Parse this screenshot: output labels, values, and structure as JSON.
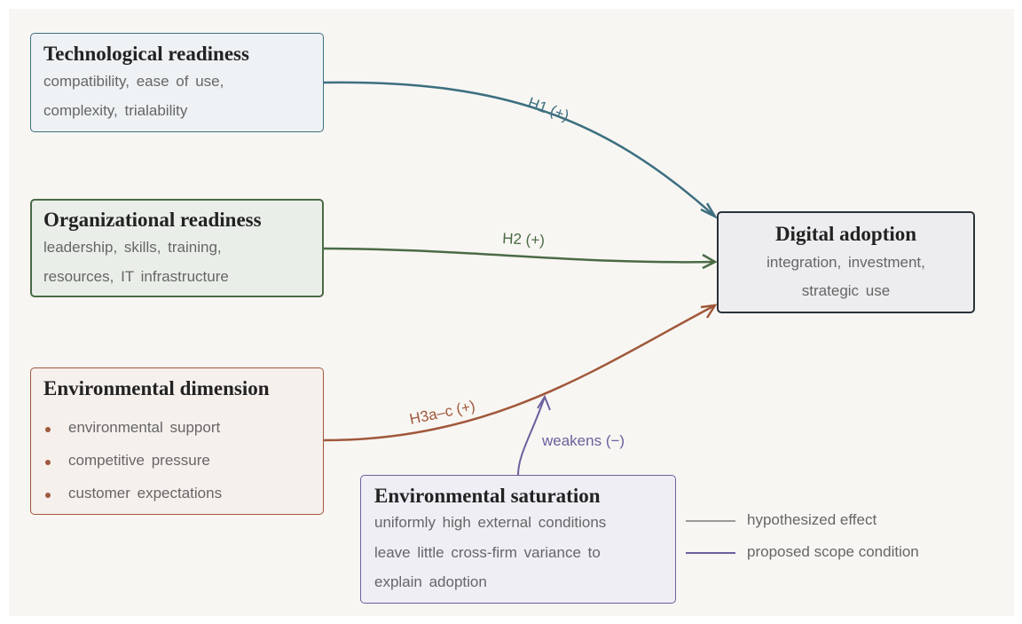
{
  "colors": {
    "technological": "#3c6f80",
    "organizational": "#4a6b45",
    "environmental": "#a0583a",
    "saturation": "#6d5f9d",
    "outcome": "#2a323b",
    "legend_effect": "#999999"
  },
  "nodes": {
    "technological": {
      "title": "Technological readiness",
      "lines": [
        "compatibility,  ease  of  use,",
        "complexity,  trialability"
      ]
    },
    "organizational": {
      "title": "Organizational readiness",
      "lines": [
        "leadership,  skills,  training,",
        "resources,  IT  infrastructure"
      ]
    },
    "environmental": {
      "title": "Environmental dimension",
      "bullets": [
        "environmental  support",
        "competitive  pressure",
        "customer  expectations"
      ]
    },
    "saturation": {
      "title": "Environmental saturation",
      "lines": [
        "uniformly  high  external  conditions",
        "leave  little  cross-firm  variance  to",
        "explain  adoption"
      ]
    },
    "outcome": {
      "title": "Digital adoption",
      "lines": [
        "integration,  investment,",
        "strategic  use"
      ]
    }
  },
  "edges": {
    "h1": "H1 (+)",
    "h2": "H2 (+)",
    "h3": "H3a–c (+)",
    "moderator": "weakens (−)"
  },
  "legend": {
    "effect": "hypothesized effect",
    "scope": "proposed scope condition"
  }
}
